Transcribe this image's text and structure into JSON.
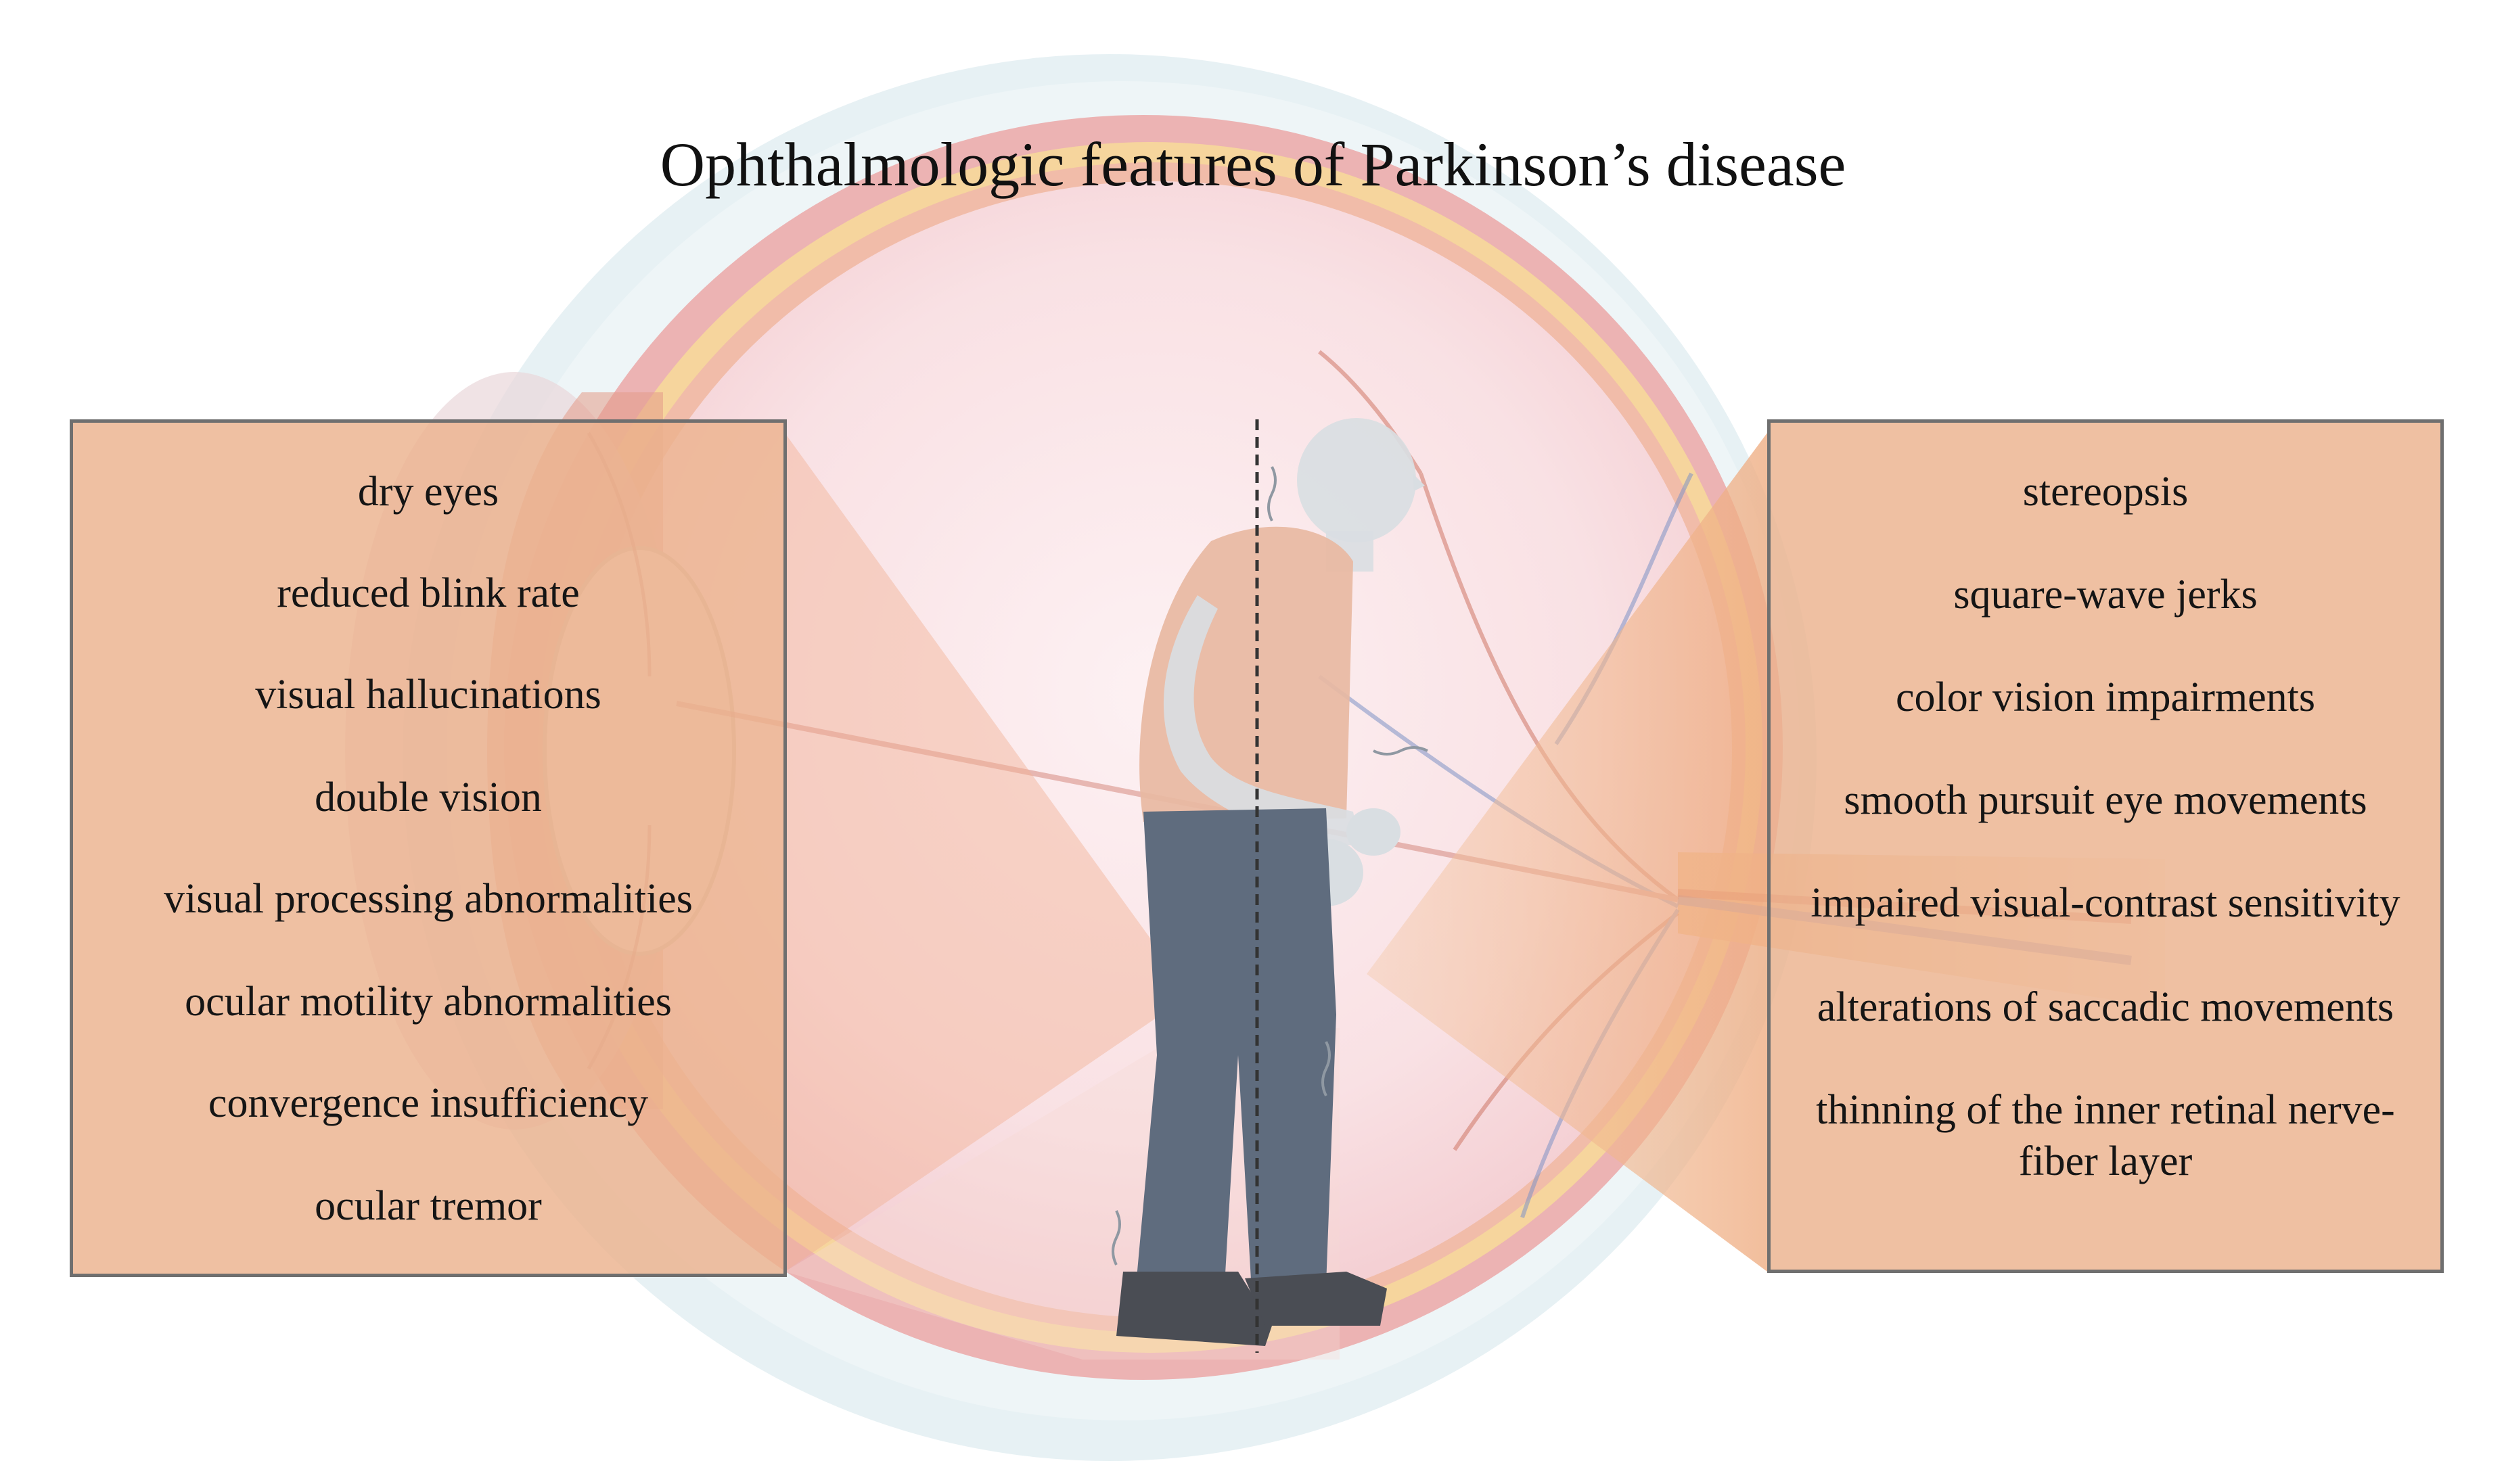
{
  "title": "Ophthalmologic features of Parkinson’s disease",
  "left_features": [
    "dry eyes",
    "reduced blink rate",
    "visual hallucinations",
    "double vision",
    "visual processing abnormalities",
    "ocular motility abnormalities",
    "convergence insufficiency",
    "ocular tremor"
  ],
  "right_features": [
    "stereopsis",
    "square-wave jerks",
    "color vision impairments",
    "smooth pursuit eye movements",
    "impaired visual-contrast sensitivity",
    "alterations of saccadic movements",
    "thinning of the inner retinal nerve-fiber layer"
  ],
  "colors": {
    "panel_fill": "#EBB28E",
    "panel_border": "#6F6F6F",
    "sclera_outer": "#DCE9EE",
    "choroid_red": "#E9A3A3",
    "retina_yellow": "#F7D68E",
    "eye_interior": "#FBEAEC",
    "pants": "#5E6B7D",
    "shirt": "#E9B9A2",
    "skin": "#D9DEE2"
  }
}
